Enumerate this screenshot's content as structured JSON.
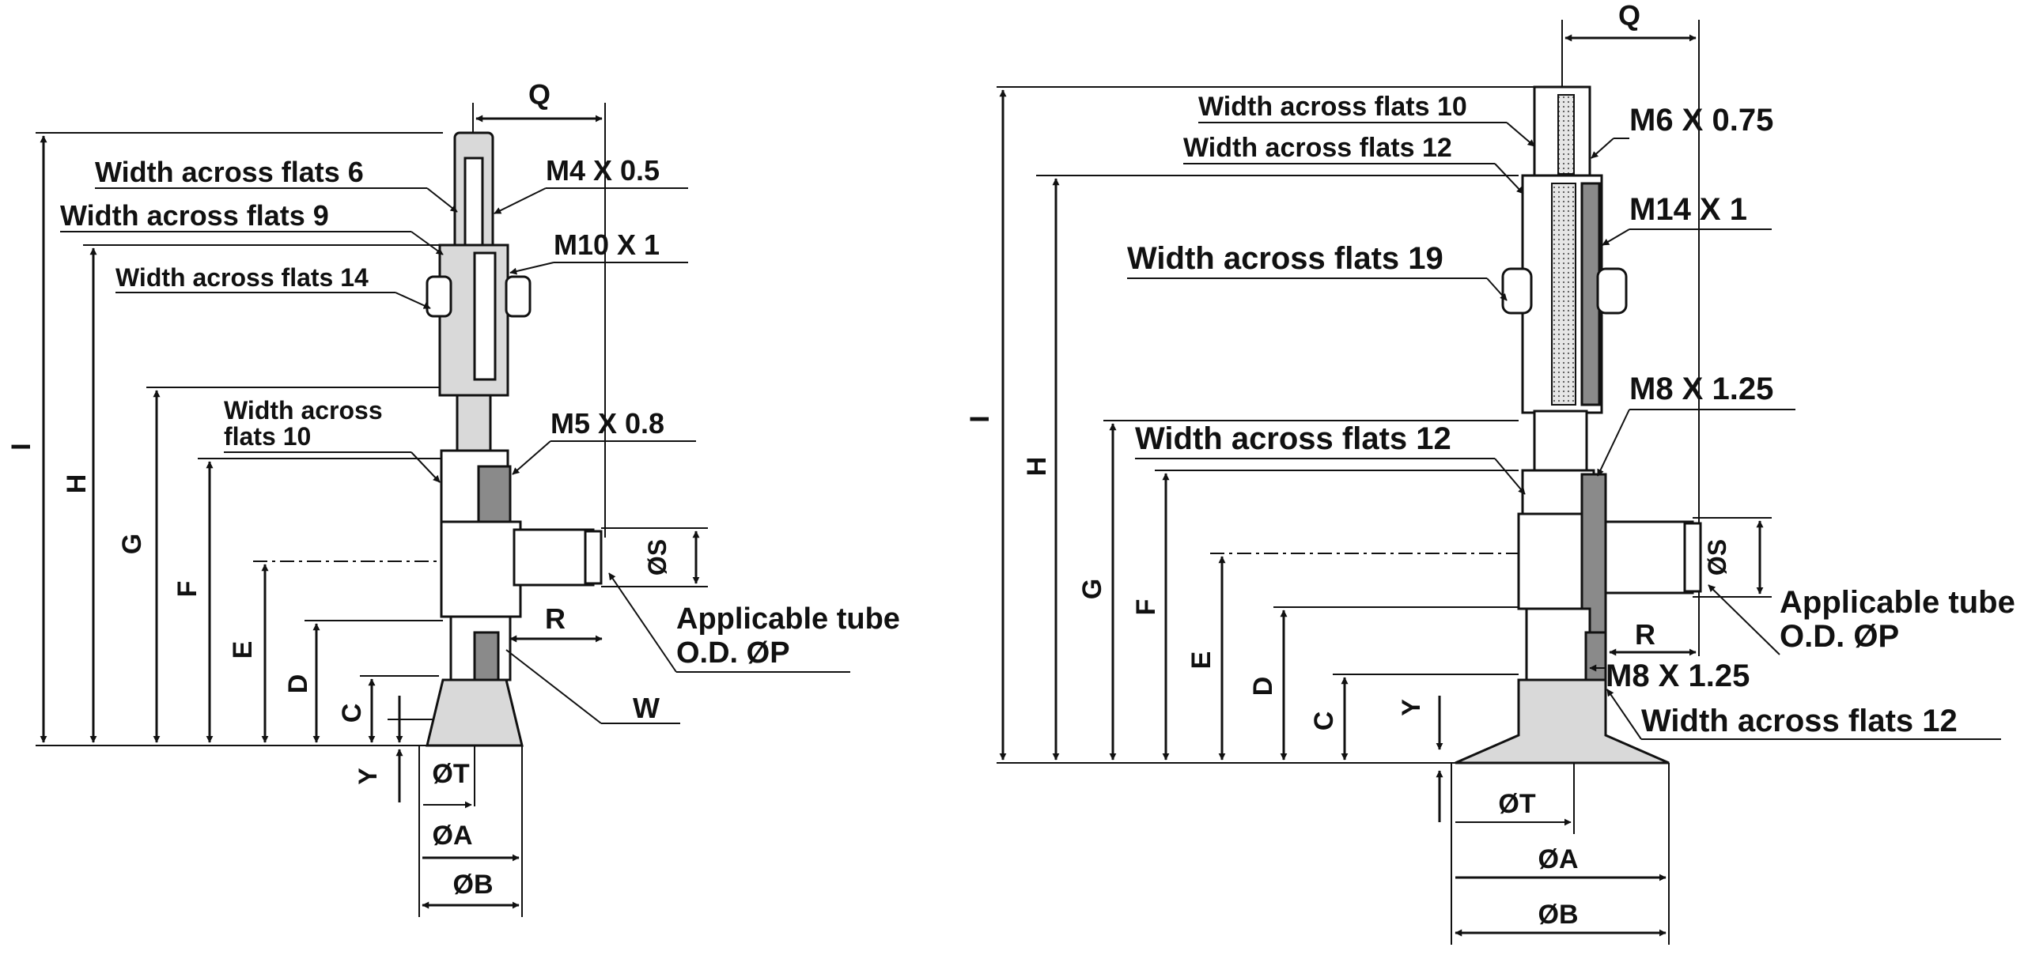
{
  "left": {
    "dims": {
      "Q": "Q",
      "I": "I",
      "H": "H",
      "G": "G",
      "F": "F",
      "E": "E",
      "D": "D",
      "C": "C",
      "Y": "Y",
      "S": "ØS",
      "R": "R",
      "W": "W",
      "T": "ØT",
      "A": "ØA",
      "B": "ØB"
    },
    "callouts": {
      "wf6": "Width across flats 6",
      "wf9": "Width across flats 9",
      "wf14": "Width across flats 14",
      "wf10a": "Width across",
      "wf10b": "flats 10",
      "m4": "M4 X 0.5",
      "m10": "M10 X 1",
      "m5": "M5 X 0.8",
      "tube1": "Applicable tube",
      "tube2": "O.D. ØP"
    }
  },
  "right": {
    "dims": {
      "Q": "Q",
      "I": "I",
      "H": "H",
      "G": "G",
      "F": "F",
      "E": "E",
      "D": "D",
      "C": "C",
      "Y": "Y",
      "S": "ØS",
      "R": "R",
      "T": "ØT",
      "A": "ØA",
      "B": "ØB"
    },
    "callouts": {
      "wf10": "Width across flats 10",
      "wf12a": "Width across flats 12",
      "wf19": "Width across flats 19",
      "wf12b": "Width across flats 12",
      "wf12c": "Width across flats 12",
      "m6": "M6 X 0.75",
      "m14": "M14 X 1",
      "m8a": "M8 X 1.25",
      "m8b": "M8 X 1.25",
      "tube1": "Applicable tube",
      "tube2": "O.D. ØP"
    }
  }
}
